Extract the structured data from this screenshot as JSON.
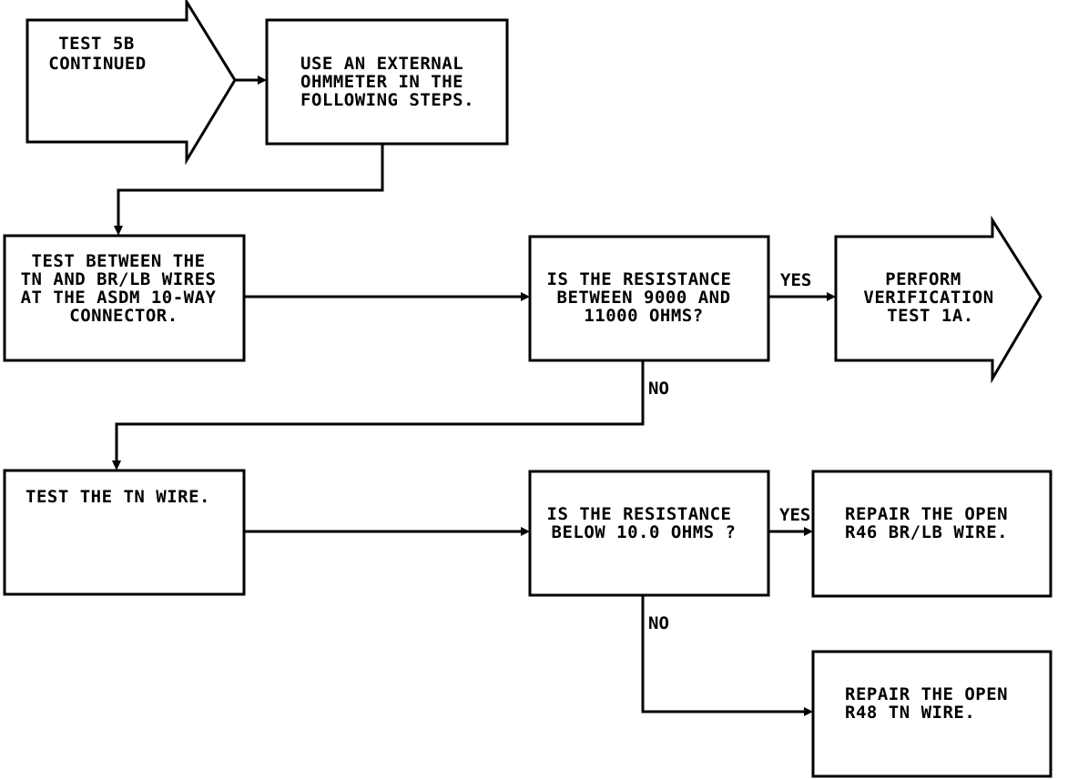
{
  "nodes": {
    "start": {
      "lines": [
        "TEST 5B",
        "CONTINUED"
      ]
    },
    "use_ohmmeter": {
      "lines": [
        "USE AN EXTERNAL",
        "OHMMETER IN THE",
        "FOLLOWING STEPS."
      ]
    },
    "test_between": {
      "lines": [
        "TEST BETWEEN THE",
        "TN AND BR/LB WIRES",
        "AT THE ASDM 10-WAY",
        "CONNECTOR."
      ]
    },
    "check_resistance_1": {
      "lines": [
        "IS THE RESISTANCE",
        "BETWEEN 9000 AND",
        "11000 OHMS?"
      ]
    },
    "perform_verification": {
      "lines": [
        "PERFORM",
        "VERIFICATION",
        "TEST 1A."
      ]
    },
    "test_tn_wire": {
      "lines": [
        "TEST THE TN WIRE."
      ]
    },
    "check_resistance_2": {
      "lines": [
        "IS THE RESISTANCE",
        "BELOW 10.0 OHMS ?"
      ]
    },
    "repair_br_lb": {
      "lines": [
        "REPAIR THE OPEN",
        "R46 BR/LB WIRE."
      ]
    },
    "repair_tn": {
      "lines": [
        "REPAIR THE OPEN",
        "R48 TN WIRE."
      ]
    }
  },
  "edges": {
    "yes_1": "YES",
    "no_1": "NO",
    "yes_2": "YES",
    "no_2": "NO"
  }
}
